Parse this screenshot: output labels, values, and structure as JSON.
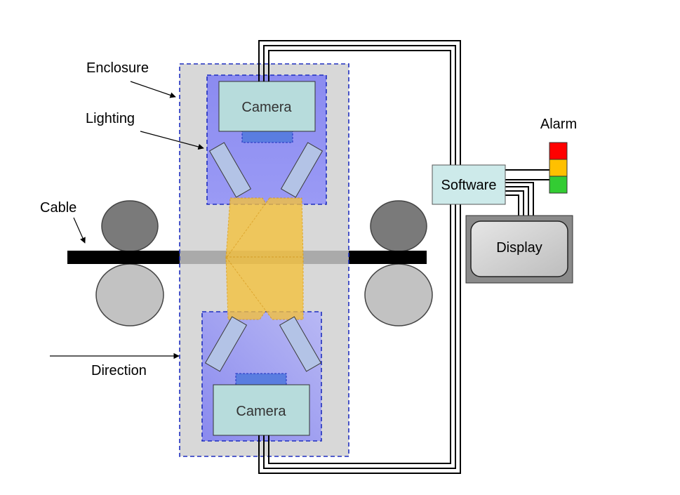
{
  "labels": {
    "enclosure": "Enclosure",
    "lighting": "Lighting",
    "cable": "Cable",
    "direction": "Direction",
    "alarm": "Alarm"
  },
  "components": {
    "camera_top": "Camera",
    "camera_bottom": "Camera",
    "software": "Software",
    "display": "Display"
  },
  "colors": {
    "enclosure_fill": "#cfcfcf",
    "enclosure_border": "#1f2fbf",
    "camera_zone": "#7b7cf2",
    "camera_fill": "#b7dcdc",
    "lens": "#5a7de0",
    "light_fill": "#b3c3e6",
    "beam": "#f5c13a",
    "cable": "#000000",
    "roller_dark": "#7a7a7a",
    "roller_light": "#c2c2c2",
    "software_fill": "#cdeaea",
    "display_outer": "#8a8a8a",
    "display_inner": "#cfcfcf",
    "alarm_red": "#ff0000",
    "alarm_yellow": "#ffc000",
    "alarm_green": "#33cc33"
  }
}
